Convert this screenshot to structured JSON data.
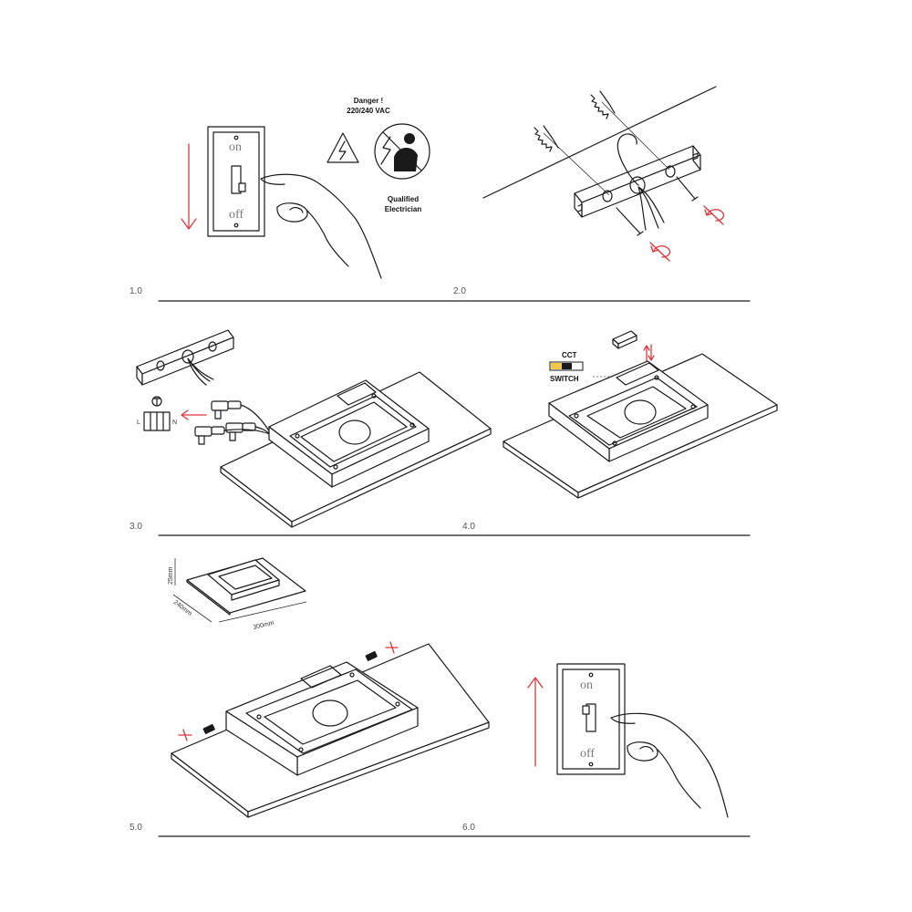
{
  "steps": [
    "1.0",
    "2.0",
    "3.0",
    "4.0",
    "5.0",
    "6.0"
  ],
  "warning": {
    "line1": "Danger !",
    "line2": "220/240 VAC",
    "qualified1": "Qualified",
    "qualified2": "Electrician"
  },
  "switch": {
    "on": "on",
    "off": "off"
  },
  "cct": {
    "line1": "CCT",
    "line2": "SWITCH"
  },
  "dimensions": {
    "height": "25mm",
    "depth": "240mm",
    "width": "300mm"
  },
  "colors": {
    "accent": "#e0353b",
    "line": "#1a1a1a",
    "cct_yellow": "#f2c94c"
  },
  "icons": [
    "shock-warning-icon",
    "electrician-icon",
    "ground-symbol-icon"
  ]
}
